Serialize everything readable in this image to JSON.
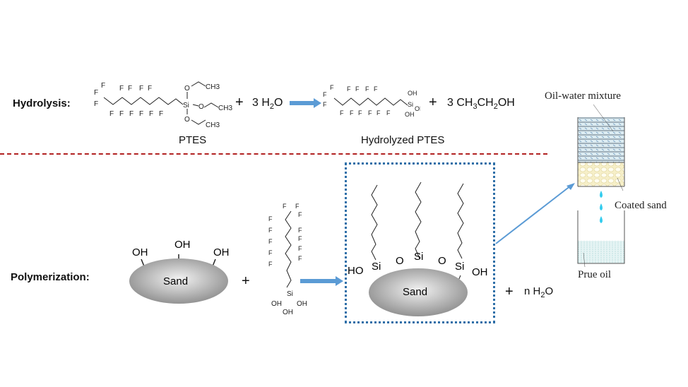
{
  "hydrolysis": {
    "section_label": "Hydrolysis:",
    "reactant_name": "PTES",
    "plus_1": "+",
    "water": {
      "coef": "3 H",
      "sub": "2",
      "tail": "O"
    },
    "product_name": "Hydrolyzed PTES",
    "plus_2": "+",
    "ethanol": {
      "p1": "3 CH",
      "s1": "3",
      "p2": "CH",
      "s2": "2",
      "p3": "OH"
    },
    "ptes_atoms": {
      "f": "F",
      "si": "Si",
      "o": "O",
      "ch3": "CH3"
    },
    "hptes_atoms": {
      "oh": "OH",
      "si": "Si"
    }
  },
  "polymerization": {
    "section_label": "Polymerization:",
    "sand_label": "Sand",
    "oh": "OH",
    "plus_1": "+",
    "plus_2": "+",
    "water": {
      "coef": "n H",
      "sub": "2",
      "tail": "O"
    },
    "coated_atoms": {
      "si": "Si",
      "o": "O",
      "ho": "HO",
      "oh": "OH"
    },
    "coated_sand_label": "Sand"
  },
  "filter": {
    "mixture_label": "Oil-water mixture",
    "coated_sand_label": "Coated sand",
    "oil_label": "Prue oil"
  },
  "colors": {
    "arrow": "#5b9bd5",
    "divider": "#b22222",
    "box_border": "#2e6fa8",
    "water_drop": "#33ccee",
    "sand_fill": "#f6efc8"
  }
}
